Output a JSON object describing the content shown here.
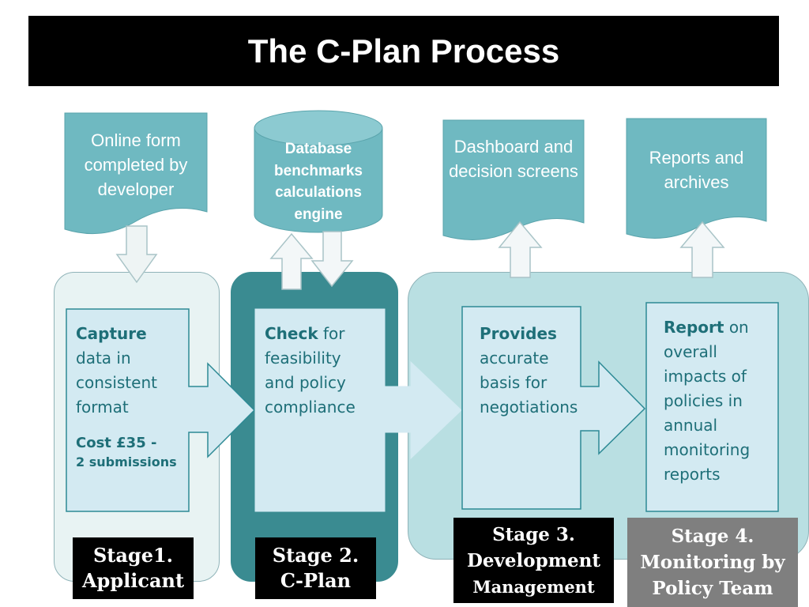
{
  "title": "The C-Plan Process",
  "inputs": {
    "online_form": "Online form completed by developer",
    "database": "Database benchmarks calculations engine",
    "dashboard": "Dashboard and decision screens",
    "reports": "Reports and archives"
  },
  "boxes": {
    "capture": {
      "keyword": "Capture",
      "rest": "data in consistent format",
      "cost_line1": "Cost £35 -",
      "cost_line2": "2 submissions"
    },
    "check": {
      "keyword": "Check",
      "rest": "for feasibility and policy compliance"
    },
    "provides": {
      "keyword": "Provides",
      "rest": "accurate basis for negotiations"
    },
    "report": {
      "keyword": "Report",
      "rest": "on overall impacts of policies in annual monitoring reports"
    }
  },
  "stages": {
    "s1": {
      "line1": "Stage1.",
      "line2": "Applicant"
    },
    "s2": {
      "line1": "Stage 2.",
      "line2": "C-Plan"
    },
    "s3": {
      "line1": "Stage 3.",
      "line2": "Development",
      "line3": "Management"
    },
    "s4": {
      "line1": "Stage 4.",
      "line2": "Monitoring by",
      "line3": "Policy Team"
    }
  },
  "colors": {
    "teal": "#6fb9c1",
    "dark_teal": "#3a8b91",
    "light_blue": "#d3eaf2",
    "text_teal": "#1e6f78"
  }
}
